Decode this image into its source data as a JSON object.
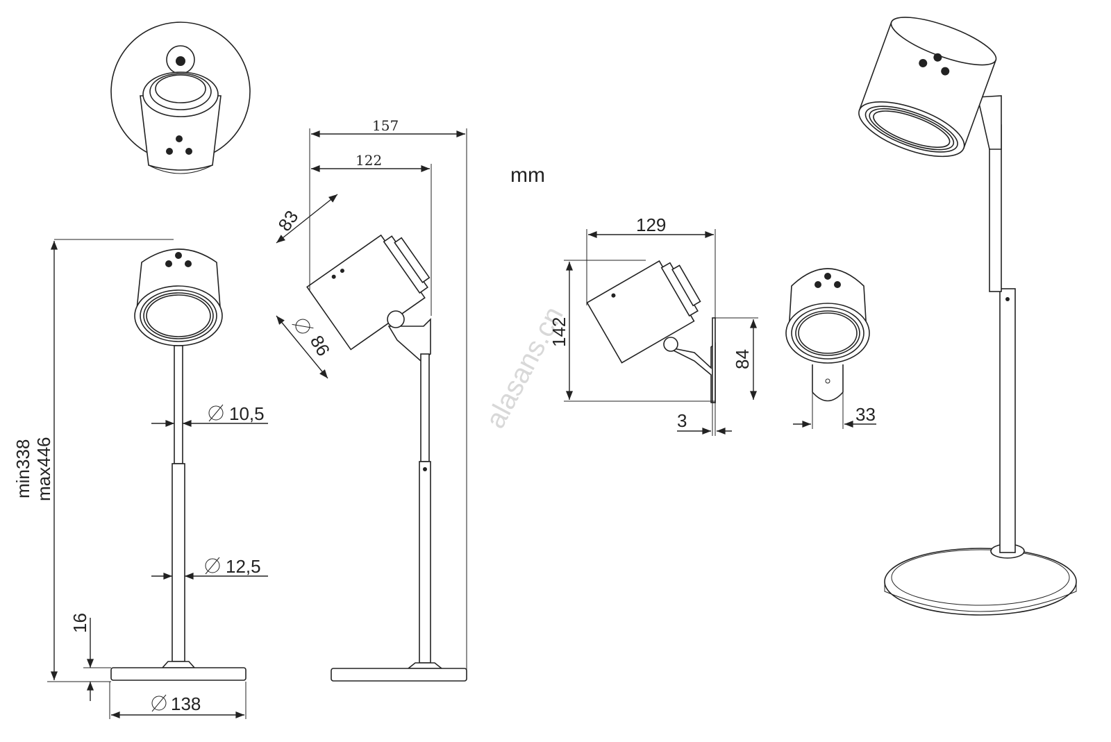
{
  "units": "mm",
  "watermark": "alasans.cn",
  "dimensions": {
    "height_min": "min338",
    "height_max": "max446",
    "base_thickness": "16",
    "base_diameter": "138",
    "upper_stem_diameter": "10,5",
    "lower_stem_diameter": "12,5",
    "overall_depth": "157",
    "arm_depth": "122",
    "head_length": "83",
    "head_diameter": "86",
    "wall_depth": "129",
    "wall_height": "142",
    "wall_plate_height": "84",
    "plate_thickness": "3",
    "plate_width": "33"
  }
}
